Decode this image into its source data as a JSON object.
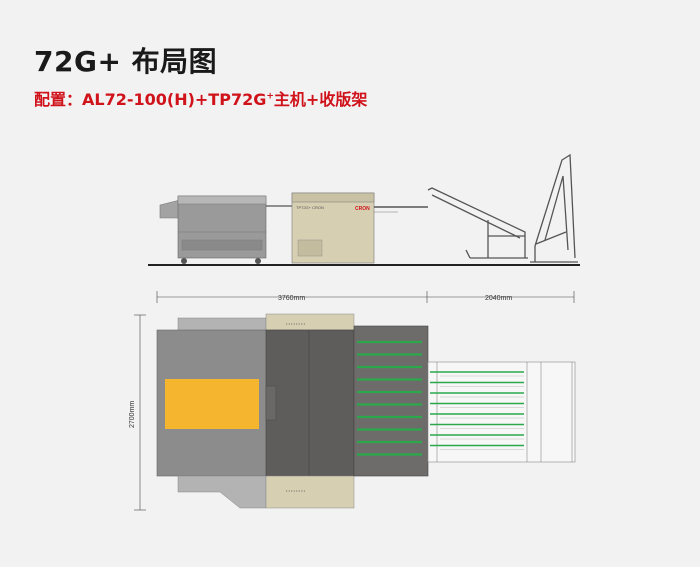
{
  "header": {
    "title": "72G+ 布局图",
    "subtitle_prefix": "配置：AL72-100(H)+TP72G",
    "subtitle_sup": "+",
    "subtitle_suffix": "主机+收版架"
  },
  "side_view": {
    "main_unit_label": "TP72G+ CRON",
    "brand": "CRON"
  },
  "dimensions": {
    "width_main": "3760mm",
    "width_rack": "2040mm",
    "depth": "2700mm"
  },
  "colors": {
    "accent_yellow": "#f6b52e",
    "rail_green": "#2aa84a",
    "title_red": "#d0121b",
    "body_gray": "#8b8b8b",
    "dark_gray": "#5f5d5b",
    "beige": "#d9d2b6"
  }
}
